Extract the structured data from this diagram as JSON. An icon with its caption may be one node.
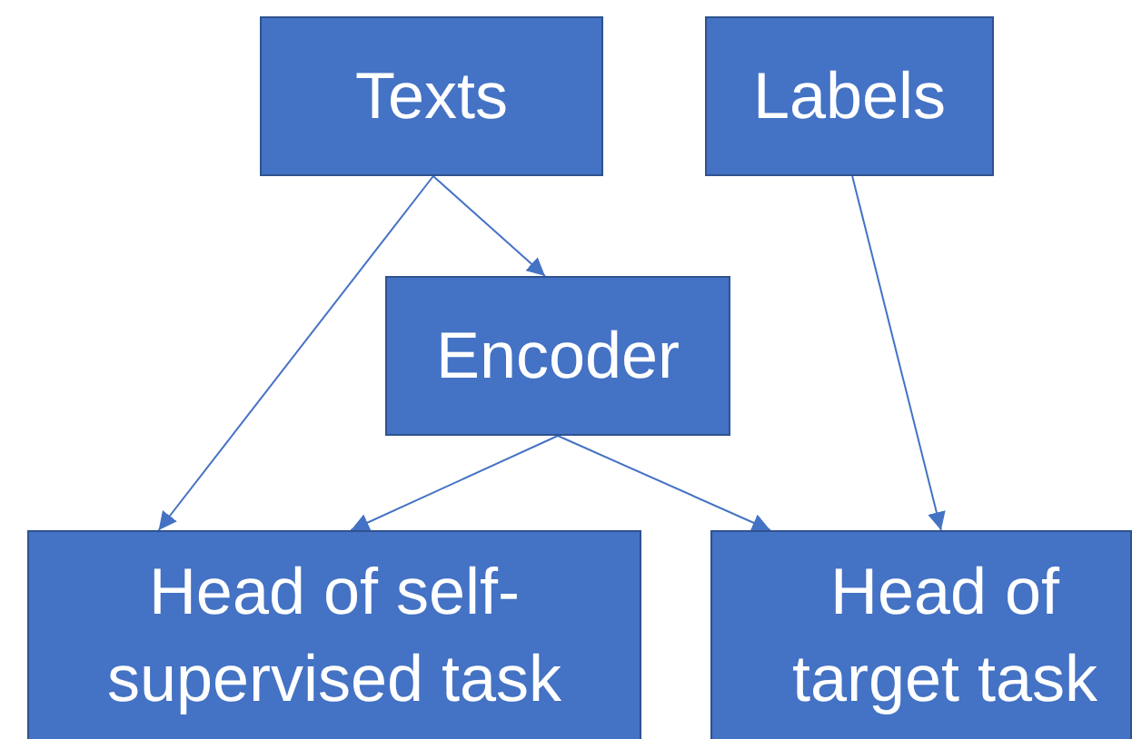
{
  "diagram": {
    "nodes": [
      {
        "text": [
          "Texts"
        ]
      },
      {
        "text": [
          "Labels"
        ]
      },
      {
        "text": [
          "Encoder"
        ]
      },
      {
        "text": [
          "Head of self-supervised task"
        ]
      },
      {
        "text": [
          "Head of target task"
        ]
      }
    ],
    "edges": [
      {
        "from": 0,
        "to": 3,
        "arrow": "to"
      },
      {
        "from": 0,
        "to": 2,
        "arrow": "to"
      },
      {
        "from": 1,
        "to": 4,
        "arrow": "to"
      },
      {
        "from": 2,
        "to": 3,
        "arrow": "to"
      },
      {
        "from": 2,
        "to": 4,
        "arrow": "to"
      }
    ]
  }
}
